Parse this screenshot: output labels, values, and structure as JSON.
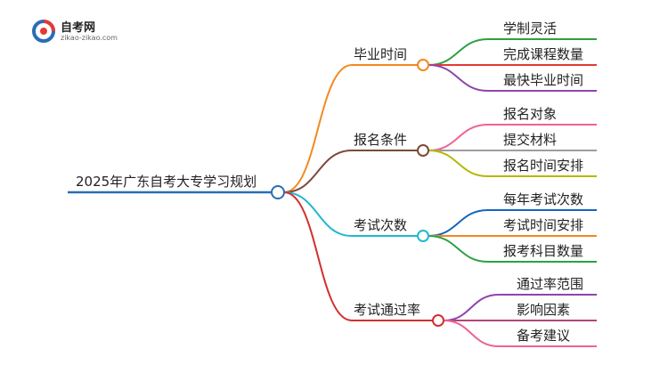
{
  "logo": {
    "brand": "自考网",
    "url": "zikao-zikao.com",
    "icon": "logo-swirl-icon"
  },
  "root": {
    "label": "2025年广东自考大专学习规划",
    "color": "#2a6db5"
  },
  "branches": [
    {
      "label": "毕业时间",
      "color": "#f2891f",
      "children": [
        {
          "label": "学制灵活",
          "color": "#2ea043"
        },
        {
          "label": "完成课程数量",
          "color": "#e53935"
        },
        {
          "label": "最快毕业时间",
          "color": "#8e44ad"
        }
      ]
    },
    {
      "label": "报名条件",
      "color": "#7b4a3a",
      "children": [
        {
          "label": "报名对象",
          "color": "#f06292"
        },
        {
          "label": "提交材料",
          "color": "#9e9e9e"
        },
        {
          "label": "报名时间安排",
          "color": "#b5b800"
        }
      ]
    },
    {
      "label": "考试次数",
      "color": "#22b8cf",
      "children": [
        {
          "label": "每年考试次数",
          "color": "#1565c0"
        },
        {
          "label": "考试时间安排",
          "color": "#f2891f"
        },
        {
          "label": "报考科目数量",
          "color": "#2ea043"
        }
      ]
    },
    {
      "label": "考试通过率",
      "color": "#d32f2f",
      "children": [
        {
          "label": "通过率范围",
          "color": "#8e44ad"
        },
        {
          "label": "影响因素",
          "color": "#b0467a"
        },
        {
          "label": "备考建议",
          "color": "#f06292"
        }
      ]
    }
  ]
}
